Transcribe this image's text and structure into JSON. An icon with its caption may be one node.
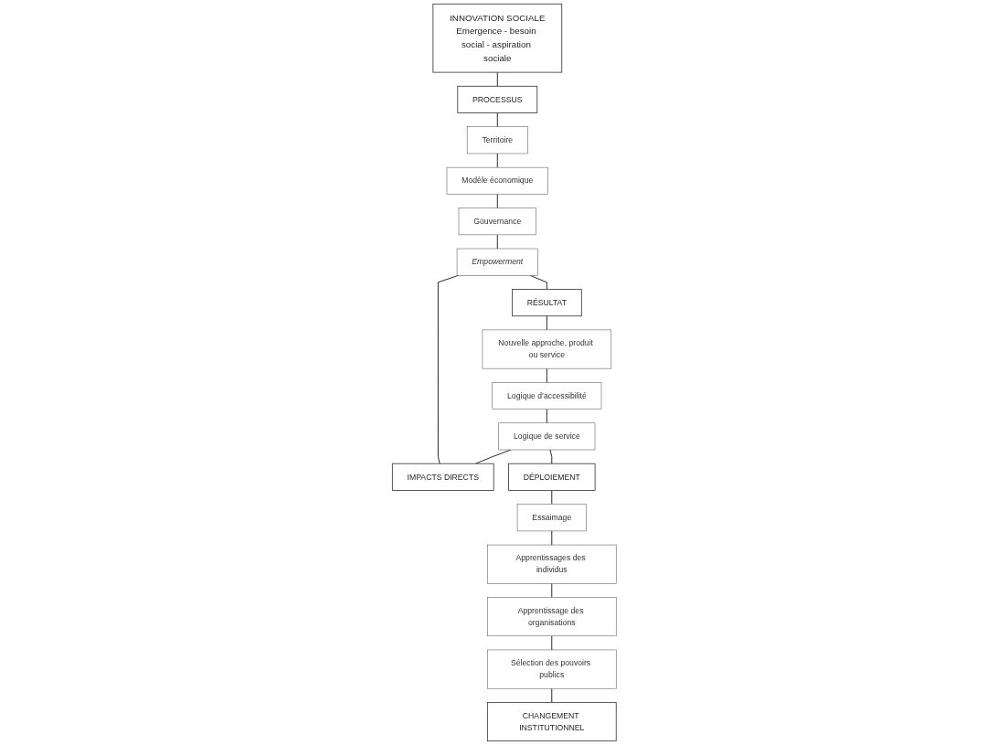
{
  "diagram": {
    "nodes": [
      {
        "text": [
          "INNOVATION SOCIALE",
          "Emergence - besoin social - aspiration sociale"
        ]
      },
      {
        "text": [
          "PROCESSUS"
        ]
      },
      {
        "text": [
          "Territoire"
        ]
      },
      {
        "text": [
          "Modèle économique"
        ]
      },
      {
        "text": [
          "Gouvernance"
        ]
      },
      {
        "text": [
          "Empowerment"
        ]
      },
      {
        "text": [
          "RÉSULTAT"
        ]
      },
      {
        "text": [
          "Nouvelle approche, produit ou service"
        ]
      },
      {
        "text": [
          "Logique d’accessibilité"
        ]
      },
      {
        "text": [
          "Logique de service"
        ]
      },
      {
        "text": [
          "DÉPLOIEMENT"
        ]
      },
      {
        "text": [
          "Essaimage"
        ]
      },
      {
        "text": [
          "Apprentissages des individus"
        ]
      },
      {
        "text": [
          "Apprentissage des organisations"
        ]
      },
      {
        "text": [
          "Sélection des pouvoirs publics"
        ]
      },
      {
        "text": [
          "IMPACTS DIRECTS"
        ]
      },
      {
        "text": [
          "CHANGEMENT INSTITUTIONNEL"
        ]
      }
    ],
    "edges": [
      {
        "from": 0,
        "to": 1,
        "arrow": "none"
      },
      {
        "from": 1,
        "to": 2,
        "arrow": "none"
      },
      {
        "from": 2,
        "to": 3,
        "arrow": "none"
      },
      {
        "from": 3,
        "to": 4,
        "arrow": "none"
      },
      {
        "from": 4,
        "to": 5,
        "arrow": "none"
      },
      {
        "from": 5,
        "to": 15,
        "arrow": "none"
      },
      {
        "from": 5,
        "to": 6,
        "arrow": "none"
      },
      {
        "from": 6,
        "to": 7,
        "arrow": "none"
      },
      {
        "from": 7,
        "to": 8,
        "arrow": "none"
      },
      {
        "from": 8,
        "to": 9,
        "arrow": "none"
      },
      {
        "from": 9,
        "to": 15,
        "arrow": "none"
      },
      {
        "from": 9,
        "to": 10,
        "arrow": "none"
      },
      {
        "from": 10,
        "to": 11,
        "arrow": "none"
      },
      {
        "from": 11,
        "to": 12,
        "arrow": "none"
      },
      {
        "from": 12,
        "to": 13,
        "arrow": "none"
      },
      {
        "from": 13,
        "to": 14,
        "arrow": "none"
      },
      {
        "from": 14,
        "to": 16,
        "arrow": "none"
      }
    ]
  }
}
